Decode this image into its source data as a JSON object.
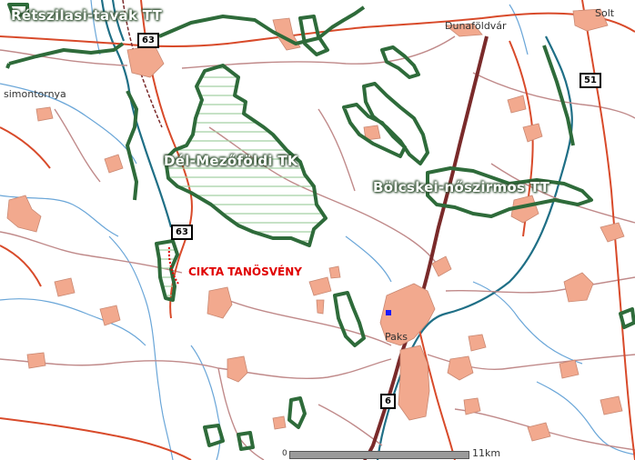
{
  "map": {
    "area_labels": {
      "retszilasi": "Rétszilasi-tavak TT",
      "del_mezofoldi": "Dél-Mezőföldi TK",
      "bolcskei": "Bölcskei-nőszirmos TT"
    },
    "towns": {
      "dunafoldvar": "Dunaföldvár",
      "solt": "Solt",
      "simontornya": "simontornya",
      "paks": "Paks"
    },
    "road_shields": {
      "r63_top": "63",
      "r63_mid": "63",
      "r51": "51",
      "r6": "6"
    },
    "trail_label": "CIKTA TANÖSVÉNY",
    "scale": {
      "zero": "0",
      "max": "11km"
    },
    "colors": {
      "background": "#ffffff",
      "protected_area": "#2e6b3a",
      "hatch": "#9fcf9f",
      "settlement": "#f2a98e",
      "main_road": "#d84a2a",
      "minor_road": "#c08a8a",
      "river": "#1f6f86",
      "stream": "#6aa6d8",
      "railway": "#7a2a2a",
      "trail": "#e00000"
    },
    "icons": [
      "blue-square-poi-icon"
    ]
  }
}
